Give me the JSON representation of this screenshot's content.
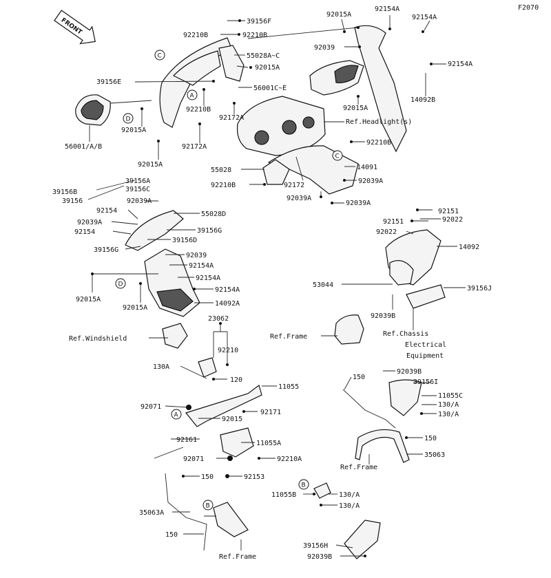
{
  "diagram_code": "F2070",
  "front_label": "FRONT",
  "callouts": [
    {
      "id": "c1",
      "text": "39156F"
    },
    {
      "id": "c2",
      "text": "92015A"
    },
    {
      "id": "c3",
      "text": "92154A"
    },
    {
      "id": "c4",
      "text": "92154A"
    },
    {
      "id": "c5",
      "text": "92210B"
    },
    {
      "id": "c6",
      "text": "92210B"
    },
    {
      "id": "c7",
      "text": "92039"
    },
    {
      "id": "c8",
      "text": "55028A~C"
    },
    {
      "id": "c9",
      "text": "92015A"
    },
    {
      "id": "c10",
      "text": "92154A"
    },
    {
      "id": "c11",
      "text": "39156E"
    },
    {
      "id": "c12",
      "text": "56001C~E"
    },
    {
      "id": "c13",
      "text": "14092B"
    },
    {
      "id": "c14",
      "text": "92210B"
    },
    {
      "id": "c15",
      "text": "92172A"
    },
    {
      "id": "c16",
      "text": "92015A"
    },
    {
      "id": "c17",
      "text": "92015A"
    },
    {
      "id": "c18",
      "text": "Ref.Headlight(s)"
    },
    {
      "id": "c19",
      "text": "56001/A/B"
    },
    {
      "id": "c20",
      "text": "92172A"
    },
    {
      "id": "c21",
      "text": "92015A"
    },
    {
      "id": "c22",
      "text": "92210B"
    },
    {
      "id": "c23",
      "text": "55028"
    },
    {
      "id": "c24",
      "text": "14091"
    },
    {
      "id": "c25",
      "text": "92210B"
    },
    {
      "id": "c26",
      "text": "92172"
    },
    {
      "id": "c27",
      "text": "92039A"
    },
    {
      "id": "c28",
      "text": "39156A"
    },
    {
      "id": "c29",
      "text": "39156B"
    },
    {
      "id": "c30",
      "text": "39156C"
    },
    {
      "id": "c31",
      "text": "39156"
    },
    {
      "id": "c32",
      "text": "92039A"
    },
    {
      "id": "c33",
      "text": "92039A"
    },
    {
      "id": "c34",
      "text": "92039A"
    },
    {
      "id": "c35",
      "text": "92154"
    },
    {
      "id": "c36",
      "text": "55028D"
    },
    {
      "id": "c37",
      "text": "92151"
    },
    {
      "id": "c38",
      "text": "92039A"
    },
    {
      "id": "c39",
      "text": "92151"
    },
    {
      "id": "c40",
      "text": "92022"
    },
    {
      "id": "c41",
      "text": "92154"
    },
    {
      "id": "c42",
      "text": "39156G"
    },
    {
      "id": "c43",
      "text": "92022"
    },
    {
      "id": "c44",
      "text": "39156D"
    },
    {
      "id": "c45",
      "text": "39156G"
    },
    {
      "id": "c46",
      "text": "14092"
    },
    {
      "id": "c47",
      "text": "92039"
    },
    {
      "id": "c48",
      "text": "92154A"
    },
    {
      "id": "c49",
      "text": "92154A"
    },
    {
      "id": "c50",
      "text": "53044"
    },
    {
      "id": "c51",
      "text": "39156J"
    },
    {
      "id": "c52",
      "text": "92015A"
    },
    {
      "id": "c53",
      "text": "92015A"
    },
    {
      "id": "c54",
      "text": "92154A"
    },
    {
      "id": "c55",
      "text": "14092A"
    },
    {
      "id": "c56",
      "text": "92039B"
    },
    {
      "id": "c57",
      "text": "23062"
    },
    {
      "id": "c58",
      "text": "Ref.Windshield"
    },
    {
      "id": "c59",
      "text": "Ref.Frame"
    },
    {
      "id": "c60",
      "text": "Ref.Chassis"
    },
    {
      "id": "c61",
      "text": "Electrical"
    },
    {
      "id": "c62",
      "text": "Equipment"
    },
    {
      "id": "c63",
      "text": "92210"
    },
    {
      "id": "c64",
      "text": "130A"
    },
    {
      "id": "c65",
      "text": "92039B"
    },
    {
      "id": "c66",
      "text": "150"
    },
    {
      "id": "c67",
      "text": "120"
    },
    {
      "id": "c68",
      "text": "11055"
    },
    {
      "id": "c69",
      "text": "39156I"
    },
    {
      "id": "c70",
      "text": "11055C"
    },
    {
      "id": "c71",
      "text": "92071"
    },
    {
      "id": "c72",
      "text": "92171"
    },
    {
      "id": "c73",
      "text": "130/A"
    },
    {
      "id": "c74",
      "text": "130/A"
    },
    {
      "id": "c75",
      "text": "92015"
    },
    {
      "id": "c76",
      "text": "92161"
    },
    {
      "id": "c77",
      "text": "11055A"
    },
    {
      "id": "c78",
      "text": "150"
    },
    {
      "id": "c79",
      "text": "35063"
    },
    {
      "id": "c80",
      "text": "92071"
    },
    {
      "id": "c81",
      "text": "92210A"
    },
    {
      "id": "c82",
      "text": "Ref.Frame"
    },
    {
      "id": "c83",
      "text": "150"
    },
    {
      "id": "c84",
      "text": "92153"
    },
    {
      "id": "c85",
      "text": "11055B"
    },
    {
      "id": "c86",
      "text": "130/A"
    },
    {
      "id": "c87",
      "text": "130/A"
    },
    {
      "id": "c88",
      "text": "35063A"
    },
    {
      "id": "c89",
      "text": "150"
    },
    {
      "id": "c90",
      "text": "Ref.Frame"
    },
    {
      "id": "c91",
      "text": "39156H"
    },
    {
      "id": "c92",
      "text": "92039B"
    }
  ],
  "circle_markers": [
    {
      "id": "m1",
      "text": "C"
    },
    {
      "id": "m2",
      "text": "A"
    },
    {
      "id": "m3",
      "text": "D"
    },
    {
      "id": "m4",
      "text": "C"
    },
    {
      "id": "m5",
      "text": "D"
    },
    {
      "id": "m6",
      "text": "A"
    },
    {
      "id": "m7",
      "text": "B"
    },
    {
      "id": "m8",
      "text": "B"
    }
  ]
}
